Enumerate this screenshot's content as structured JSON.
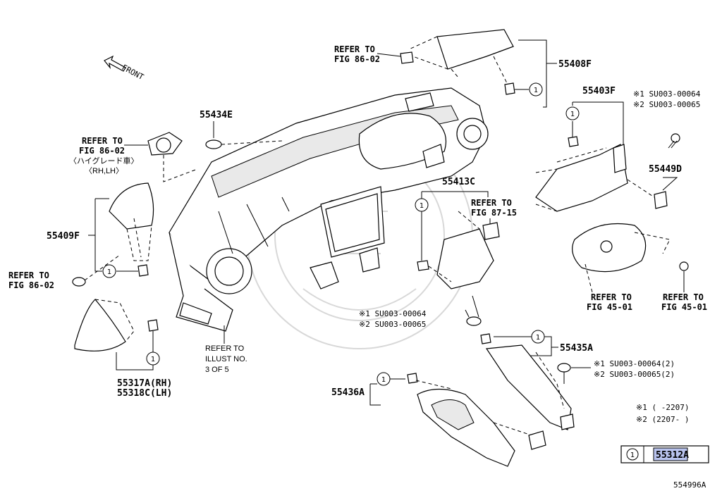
{
  "labels": {
    "p55408F": "55408F",
    "p55403F": "55403F",
    "p55434E": "55434E",
    "p55413C": "55413C",
    "p55449D": "55449D",
    "p55409F": "55409F",
    "p55435A": "55435A",
    "p55436A": "55436A",
    "p55317A": "55317A(RH)",
    "p55318C": "55318C(LH)"
  },
  "refs": {
    "top_l1": "REFER TO",
    "top_l2": "FIG 86-02",
    "left_l1": "REFER TO",
    "left_l2": "FIG 86-02",
    "left_l3": "〈ハイグレード車〉",
    "left_l4": "〈RH,LH〉",
    "side_l1": "REFER TO",
    "side_l2": "FIG 86-02",
    "fig87_l1": "REFER TO",
    "fig87_l2": "FIG 87-15",
    "fig45a_l1": "REFER TO",
    "fig45a_l2": "FIG 45-01",
    "fig45b_l1": "REFER TO",
    "fig45b_l2": "FIG 45-01",
    "illust_l1": "REFER TO",
    "illust_l2": "ILLUST NO.",
    "illust_l3": "3 OF 5"
  },
  "screws": {
    "right_1": "※1 SU003-00064",
    "right_2": "※2 SU003-00065",
    "mid_1": "※1 SU003-00064",
    "mid_2": "※2 SU003-00065",
    "lower_1": "※1 SU003-00064(2)",
    "lower_2": "※2 SU003-00065(2)"
  },
  "notes": {
    "n1": "※1 (    -2207)",
    "n2": "※2 (2207-    )"
  },
  "front_label": "FRONT",
  "callout": "1",
  "legend": {
    "num": "1",
    "part": "55312A"
  },
  "diagram_id": "554996A"
}
